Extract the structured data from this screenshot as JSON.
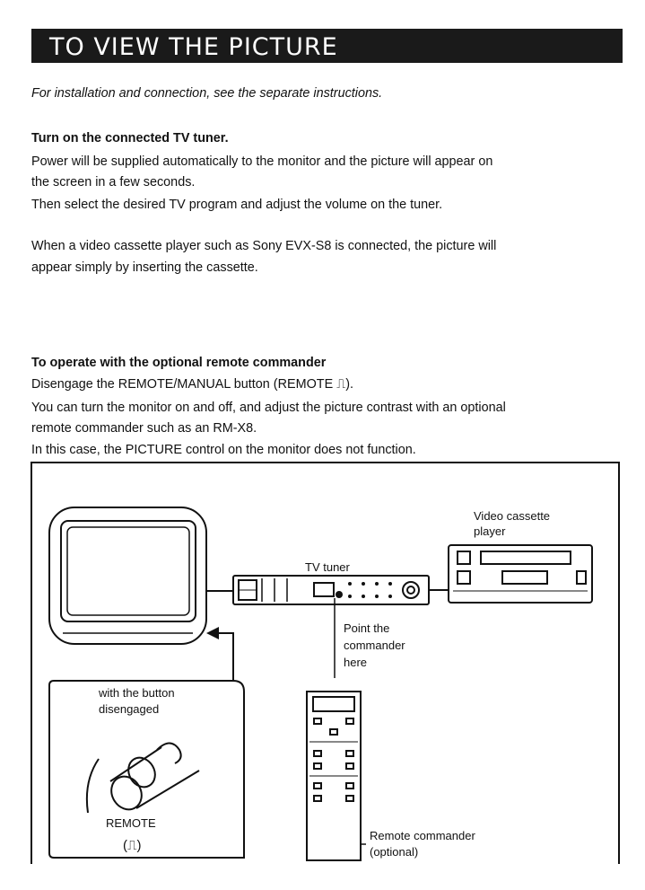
{
  "title": "TO VIEW THE PICTURE",
  "intro": "For installation and connection, see the separate instructions.",
  "section1": {
    "heading": "Turn on the connected TV tuner.",
    "lines": [
      "Power will be supplied automatically to the monitor and the picture will appear on",
      "the screen in a few seconds.",
      "Then select the desired TV program and adjust the volume on the tuner."
    ],
    "vcr_lines": [
      "When a video cassette player such as Sony EVX-S8 is connected, the picture will",
      "appear simply by inserting the cassette."
    ]
  },
  "section2": {
    "heading": "To operate with the optional remote commander",
    "lines": [
      "Disengage the REMOTE/MANUAL button (REMOTE ⎍).",
      "You can turn the monitor on and off, and adjust the picture contrast with an optional",
      "remote commander such as an RM-X8.",
      "In this case, the PICTURE control on the monitor does not function."
    ]
  },
  "diagram": {
    "video_player_label_1": "Video cassette",
    "video_player_label_2": "player",
    "tuner_label": "TV tuner",
    "point_label_1": "Point the",
    "point_label_2": "commander",
    "point_label_3": "here",
    "button_label_1": "with the button",
    "button_label_2": "disengaged",
    "remote_label": "REMOTE",
    "remote_symbol": "(⎍)",
    "commander_label_1": "Remote commander",
    "commander_label_2": "(optional)"
  }
}
